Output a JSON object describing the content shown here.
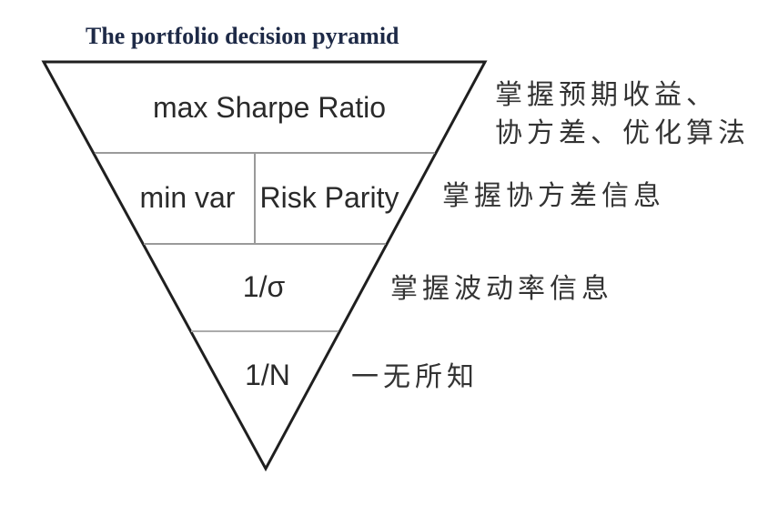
{
  "title": "The portfolio decision pyramid",
  "pyramid": {
    "levels": [
      {
        "label": "max Sharpe Ratio"
      },
      {
        "label_left": "min var",
        "label_right": "Risk Parity"
      },
      {
        "label": "1/σ"
      },
      {
        "label": "1/N"
      }
    ]
  },
  "annotations": [
    {
      "line1": "掌握预期收益、",
      "line2": "协方差、优化算法"
    },
    {
      "text": "掌握协方差信息"
    },
    {
      "text": "掌握波动率信息"
    },
    {
      "text": "一无所知"
    }
  ],
  "colors": {
    "background": "#ffffff",
    "pyramid_outline": "#1f1f1f",
    "divider_line": "#9a9a9a",
    "divider_line_light": "#ababab",
    "title_text": "#1e2a47",
    "level_text": "#2a2a2a",
    "annotation_text": "#333333"
  }
}
